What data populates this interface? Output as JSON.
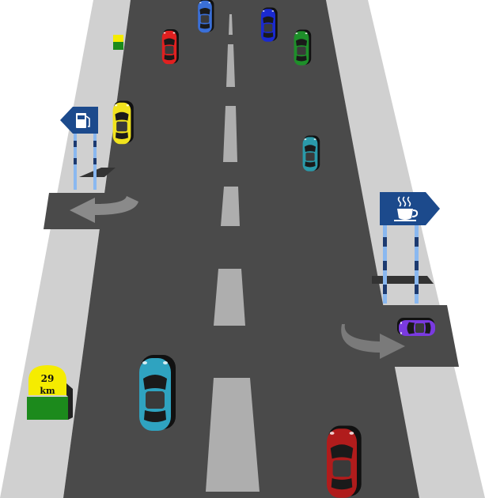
{
  "milestone": {
    "distance": "29",
    "unit": "km",
    "top_color": "#f5ec00",
    "bottom_color": "#1c8a1c"
  },
  "signs": [
    {
      "name": "fuel-station-sign",
      "icon": "fuel-pump-icon",
      "color": "#1c4a8c"
    },
    {
      "name": "cafe-sign",
      "icon": "coffee-cup-icon",
      "color": "#1c4a8c"
    }
  ],
  "cars": [
    {
      "name": "car-blue-top",
      "color": "#3a6fd8"
    },
    {
      "name": "car-red-top",
      "color": "#e02020"
    },
    {
      "name": "car-navy-top",
      "color": "#1a2ad0"
    },
    {
      "name": "car-green-top",
      "color": "#1e8f2a"
    },
    {
      "name": "car-yellow",
      "color": "#f1e31d"
    },
    {
      "name": "car-teal-small",
      "color": "#2a9aaa"
    },
    {
      "name": "car-purple",
      "color": "#7a3ae0"
    },
    {
      "name": "car-teal-large",
      "color": "#2fa3c0"
    },
    {
      "name": "car-dark-red",
      "color": "#b01c1c"
    }
  ],
  "colors": {
    "road": "#4a4a4a",
    "shoulder": "#d0d0d0",
    "lane_marking": "#aeaeae",
    "exit_arrow": "#8a8a8a"
  }
}
